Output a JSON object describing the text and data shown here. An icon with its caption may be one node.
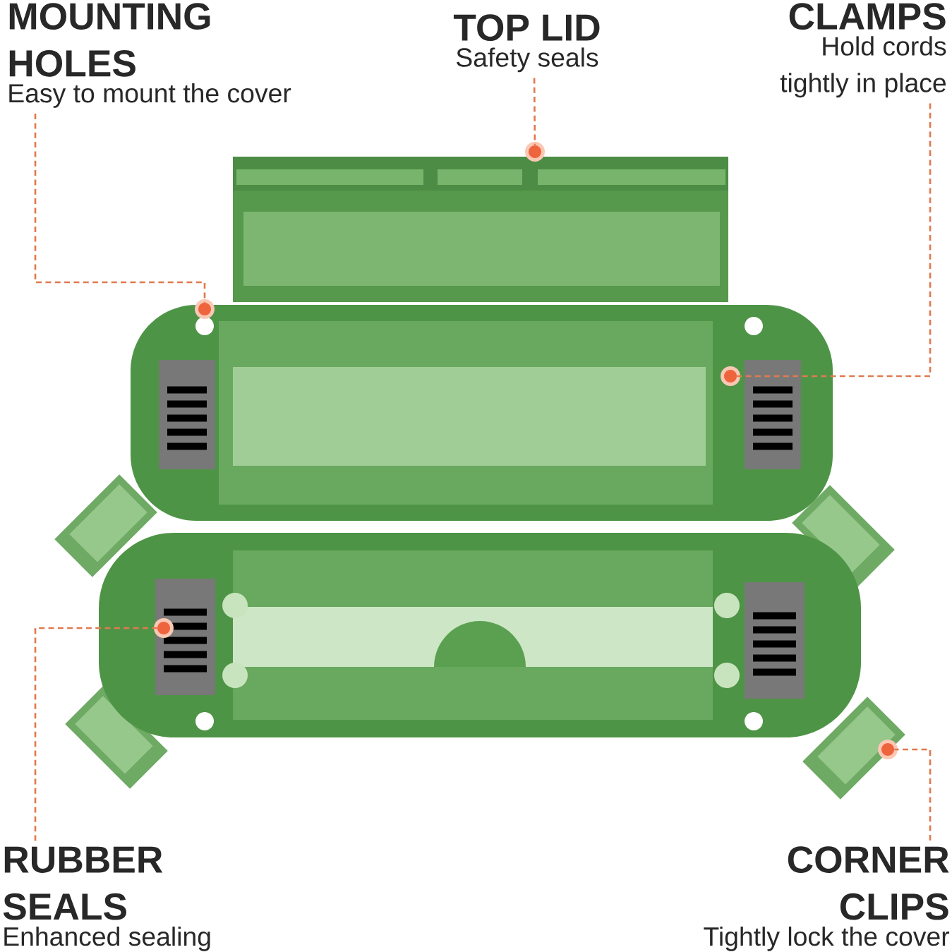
{
  "diagram": {
    "nodes": [
      {
        "text": [
          "MOUNTING HOLES",
          "Easy to mount the cover"
        ]
      },
      {
        "text": [
          "TOP LID",
          "Safety seals"
        ]
      },
      {
        "text": [
          "CLAMPS",
          "Hold cords tightly in place"
        ]
      },
      {
        "text": [
          "RUBBER SEALS",
          "Enhanced sealing"
        ]
      },
      {
        "text": [
          "CORNER CLIPS",
          "Tightly lock the cover"
        ]
      },
      {
        "text": [],
        "shape": "circle"
      },
      {
        "text": [],
        "shape": "circle"
      },
      {
        "text": [],
        "shape": "circle"
      },
      {
        "text": [],
        "shape": "circle"
      },
      {
        "text": [],
        "shape": "circle"
      }
    ],
    "edges": [
      {
        "from": 0,
        "to": 5,
        "arrow": "none",
        "style": "dashed"
      },
      {
        "from": 1,
        "to": 6,
        "arrow": "none",
        "style": "dashed"
      },
      {
        "from": 2,
        "to": 7,
        "arrow": "none",
        "style": "dashed"
      },
      {
        "from": 3,
        "to": 8,
        "arrow": "none",
        "style": "dashed"
      },
      {
        "from": 4,
        "to": 9,
        "arrow": "none",
        "style": "dashed"
      }
    ]
  }
}
